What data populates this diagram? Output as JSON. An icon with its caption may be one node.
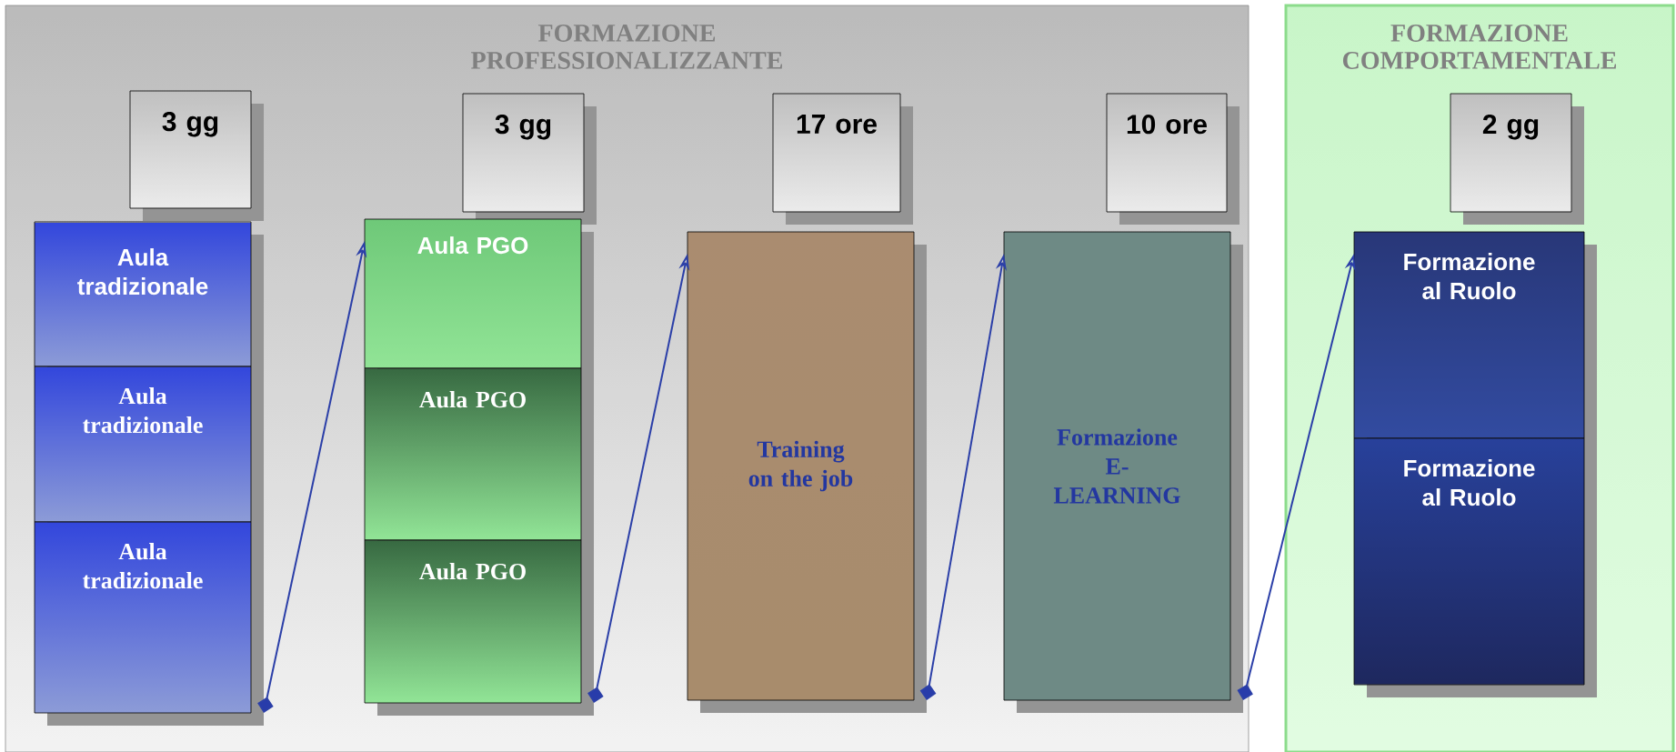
{
  "diagram": {
    "nodes": [
      {
        "text": [
          "FORMAZIONE PROFESSIONALIZZANTE"
        ]
      },
      {
        "text": [
          "3 gg"
        ],
        "in": 0
      },
      {
        "text": [
          "3 gg"
        ],
        "in": 0
      },
      {
        "text": [
          "17 ore"
        ],
        "in": 0
      },
      {
        "text": [
          "10 ore"
        ],
        "in": 0
      },
      {
        "text": [
          "Aula tradizionale"
        ],
        "in": 0
      },
      {
        "text": [
          "Aula tradizionale"
        ],
        "in": 0
      },
      {
        "text": [
          "Aula tradizionale"
        ],
        "in": 0
      },
      {
        "text": [
          "Aula PGO"
        ],
        "in": 0
      },
      {
        "text": [
          "Aula PGO"
        ],
        "in": 0
      },
      {
        "text": [
          "Aula PGO"
        ],
        "in": 0
      },
      {
        "text": [
          "Training on the job"
        ],
        "in": 0
      },
      {
        "text": [
          "Formazione E-LEARNING"
        ],
        "in": 0
      },
      {
        "text": [
          "FORMAZIONE COMPORTAMENTALE"
        ]
      },
      {
        "text": [
          "2 gg"
        ],
        "in": 13
      },
      {
        "text": [
          "Formazione al Ruolo"
        ],
        "in": 13
      },
      {
        "text": [
          "Formazione al Ruolo"
        ],
        "in": 13
      }
    ],
    "edges": [
      {
        "from": 7,
        "to": 8,
        "arrow": "to"
      },
      {
        "from": 10,
        "to": 11,
        "arrow": "to"
      },
      {
        "from": 11,
        "to": 12,
        "arrow": "to"
      },
      {
        "from": 12,
        "to": 15,
        "arrow": "to"
      }
    ]
  }
}
